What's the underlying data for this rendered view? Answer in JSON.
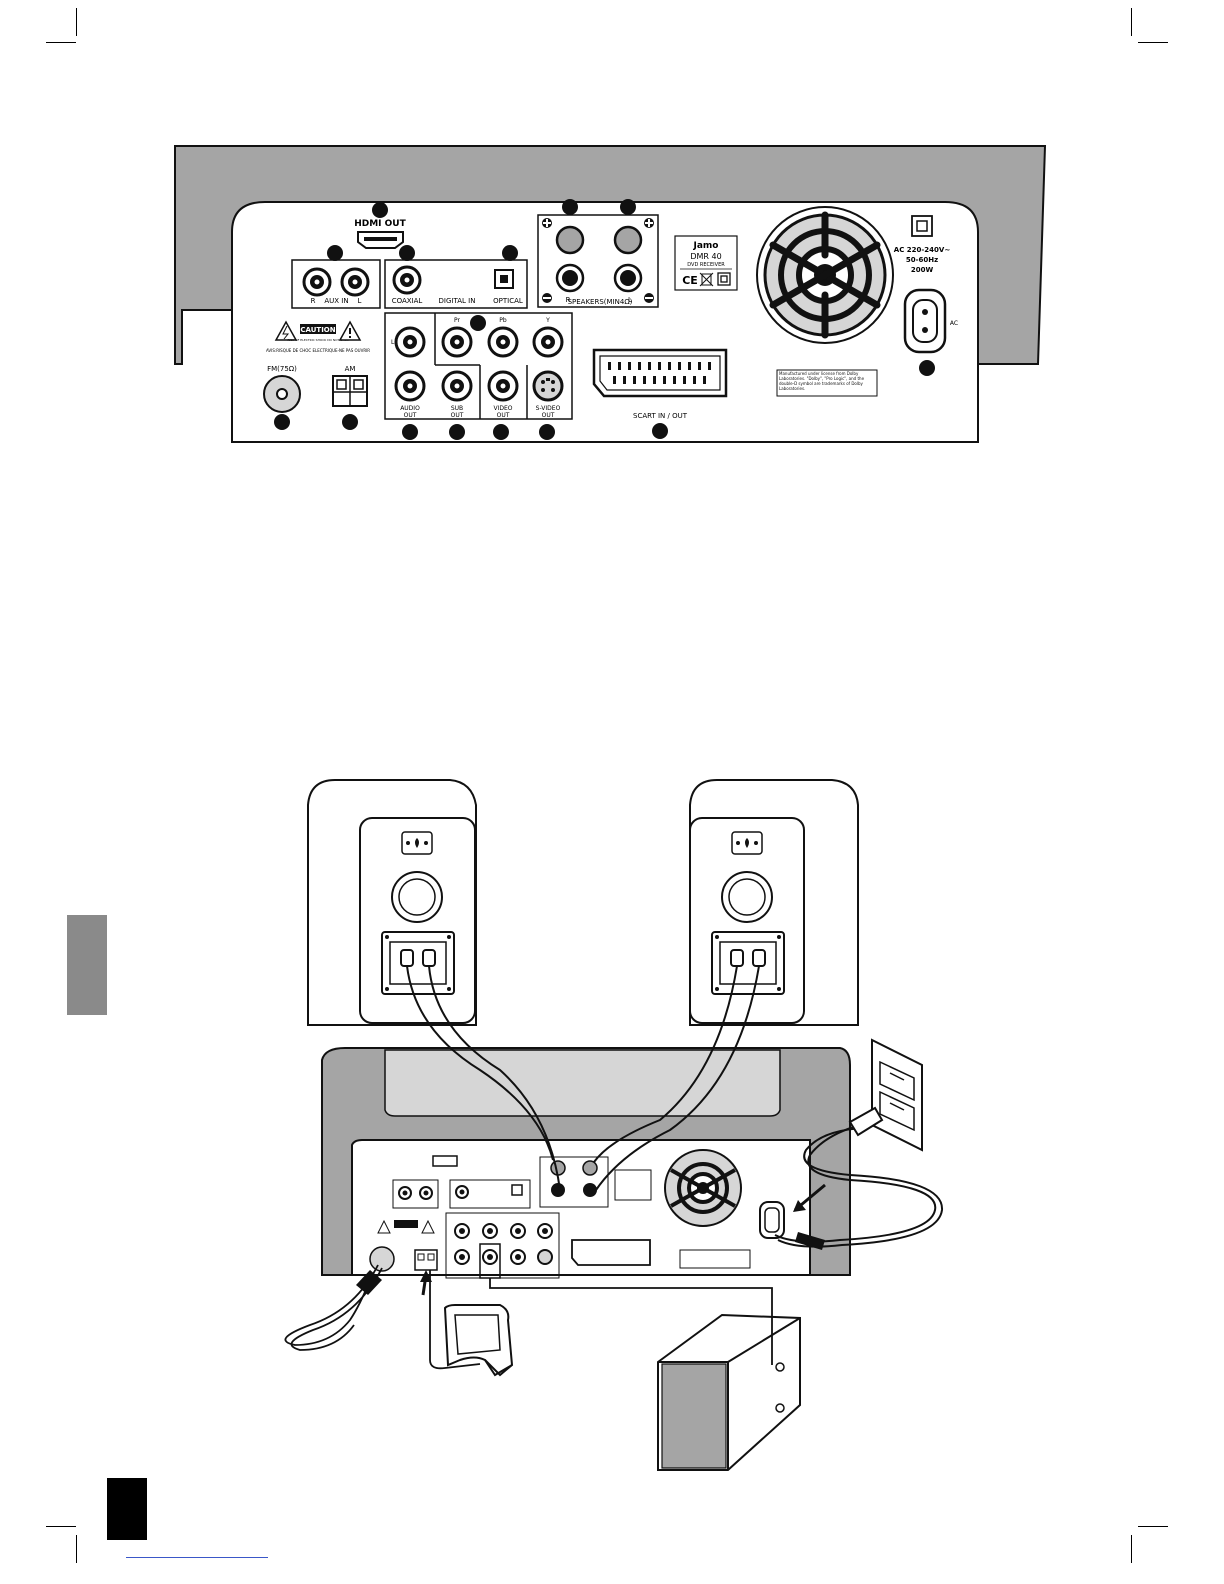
{
  "top_panel": {
    "hdmi_label": "HDMI OUT",
    "aux_label": "R    AUX IN    L",
    "coaxial_label": "COAXIAL",
    "digital_in_label": "DIGITAL IN",
    "optical_label": "OPTICAL",
    "speaker_label": "SPEAKERS(MIN4Ω)",
    "speaker_r": "R",
    "speaker_l": "L",
    "brand": "Jamo",
    "model": "DMR 40",
    "model_sub": "DVD RECEIVER",
    "ce_mark": "CE",
    "ac_rating_line1": "AC 220-240V~",
    "ac_rating_line2": "50-60Hz",
    "ac_rating_line3": "200W",
    "ac_label": "AC",
    "caution_label": "CAUTION",
    "caution_sub": "RISK OF ELECTRIC SHOCK DO NOT OPEN",
    "caution_fr": "AVIS:RISQUE DE CHOC ELECTRIQUE-NE PAS OUVRIR",
    "fm_label": "FM(75Ω)",
    "am_label": "AM",
    "audio_out_l": "L",
    "audio_out_line1": "AUDIO",
    "audio_out_line2": "OUT",
    "sub_out_line1": "SUB",
    "sub_out_line2": "OUT",
    "pr_label": "Pr",
    "pb_label": "Pb",
    "y_label": "Y",
    "video_out_line1": "VIDEO",
    "video_out_line2": "OUT",
    "svideo_out_line1": "S-VIDEO",
    "svideo_out_line2": "OUT",
    "scart_label": "SCART IN / OUT",
    "dolby_notice": "Manufactured under license from Dolby Laboratories. \"Dolby\", \"Pro Logic\", and the double-D symbol are trademarks of Dolby Laboratories."
  },
  "colors": {
    "panel_gray": "#a5a5a5",
    "light_gray": "#d6d6d6",
    "ink": "#111111",
    "side_tab": "#8a8a8a",
    "link_blue": "#3a57c8"
  }
}
